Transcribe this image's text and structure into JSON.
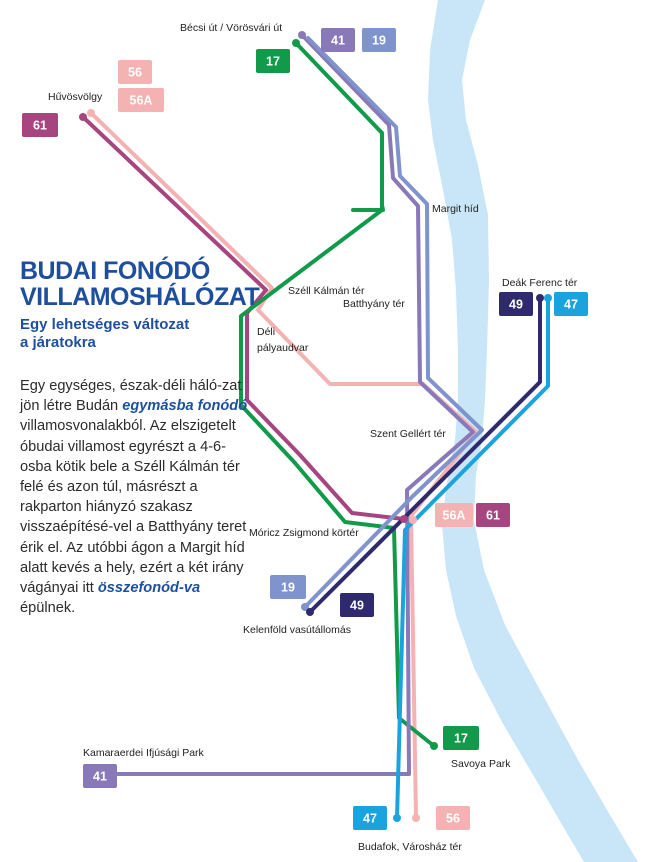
{
  "title_line1": "BUDAI FONÓDÓ",
  "title_line2": "VILLAMOSHÁLÓZAT",
  "subtitle_line1": "Egy lehetséges változat",
  "subtitle_line2": "a járatokra",
  "body": {
    "p1": "Egy egységes, észak-déli háló-zat jön létre Budán ",
    "em1": "egymásba fonódó",
    "p2": " villamosvonalakból. Az elszigetelt óbudai villamost egyrészt a 4-6-osba kötik bele a Széll Kálmán tér felé és azon túl, másrészt a rakparton hiányzó szakasz visszaépítésé-vel a Batthyány teret érik el. Az utóbbi ágon a Margit híd alatt kevés a hely, ezért a két irány vágányai itt ",
    "em2": "összefonód-va",
    "p3": " épülnek."
  },
  "stops": {
    "becsi": "Bécsi út / Vörösvári út",
    "huvosvolgy": "Hűvösvölgy",
    "margit_hid": "Margit híd",
    "szell": "Széll Kálmán tér",
    "batthyany": "Batthyány tér",
    "deli1": "Déli",
    "deli2": "pályaudvar",
    "deak": "Deák Ferenc tér",
    "gellert": "Szent Gellért tér",
    "moricz": "Móricz Zsigmond körtér",
    "kelenfold": "Kelenföld vasútállomás",
    "kamaraerdo": "Kamaraerdei Ifjúsági Park",
    "savoya": "Savoya Park",
    "budafok": "Budafok, Városház tér"
  },
  "badges": [
    {
      "label": "41",
      "color": "#8a79b8"
    },
    {
      "label": "19",
      "color": "#7f93cd"
    },
    {
      "label": "17",
      "color": "#119a4a"
    },
    {
      "label": "56",
      "color": "#f4b2b2"
    },
    {
      "label": "56A",
      "color": "#f4b2b2"
    },
    {
      "label": "61",
      "color": "#a6457f"
    },
    {
      "label": "49",
      "color": "#2f2a6e"
    },
    {
      "label": "47",
      "color": "#1ba3de"
    },
    {
      "label": "56A",
      "color": "#f4b2b2"
    },
    {
      "label": "61",
      "color": "#a6457f"
    },
    {
      "label": "19",
      "color": "#7f93cd"
    },
    {
      "label": "49",
      "color": "#2f2a6e"
    },
    {
      "label": "17",
      "color": "#119a4a"
    },
    {
      "label": "41",
      "color": "#8a79b8"
    },
    {
      "label": "47",
      "color": "#1ba3de"
    },
    {
      "label": "56",
      "color": "#f4b2b2"
    }
  ],
  "colors": {
    "river": "#c9e6f8",
    "line_17": "#119a4a",
    "line_19": "#7f93cd",
    "line_41": "#8a79b8",
    "line_47": "#1ba3de",
    "line_49": "#2f2a6e",
    "line_56": "#f4b2b2",
    "line_61": "#a6457f",
    "title": "#1e4f9e"
  }
}
